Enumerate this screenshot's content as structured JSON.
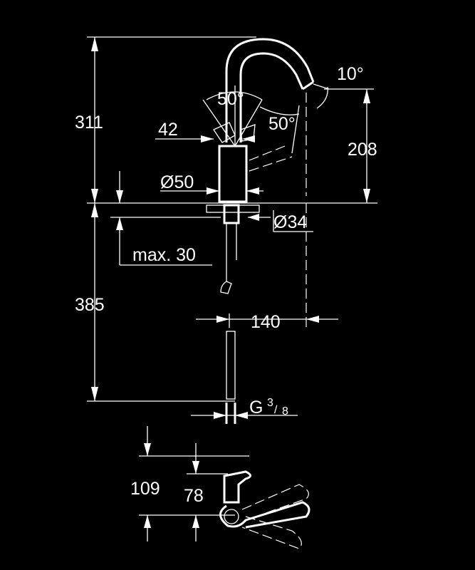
{
  "labels": {
    "h_total": "311",
    "h_spout": "208",
    "h_below": "385",
    "angle_spout": "10°",
    "angle_lever_a": "50°",
    "angle_lever_b": "50°",
    "lever_w": "42",
    "body_d": "Ø50",
    "hole_d": "Ø34",
    "max_thick": "max. 30",
    "reach": "140",
    "thread_g": "G",
    "thread_num": "3",
    "thread_den": "8",
    "plan_h_total": "109",
    "plan_h_body": "78"
  }
}
